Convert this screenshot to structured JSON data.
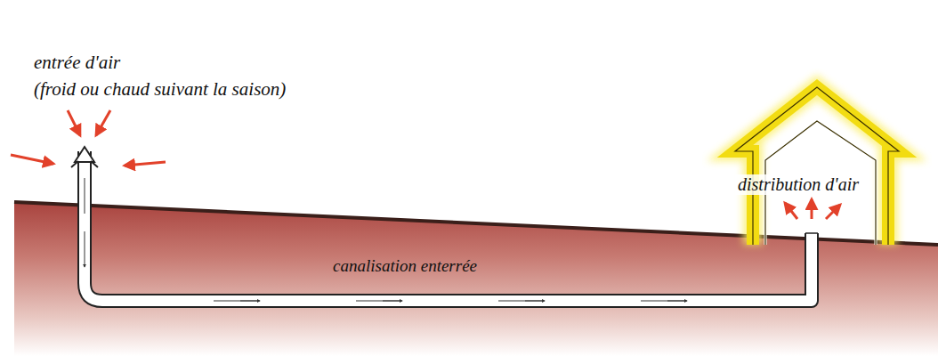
{
  "diagram": {
    "labels": [
      "entrée d'air",
      "(froid ou chaud suivant la saison)",
      "canalisation enterrée",
      "distribution d'air"
    ]
  }
}
